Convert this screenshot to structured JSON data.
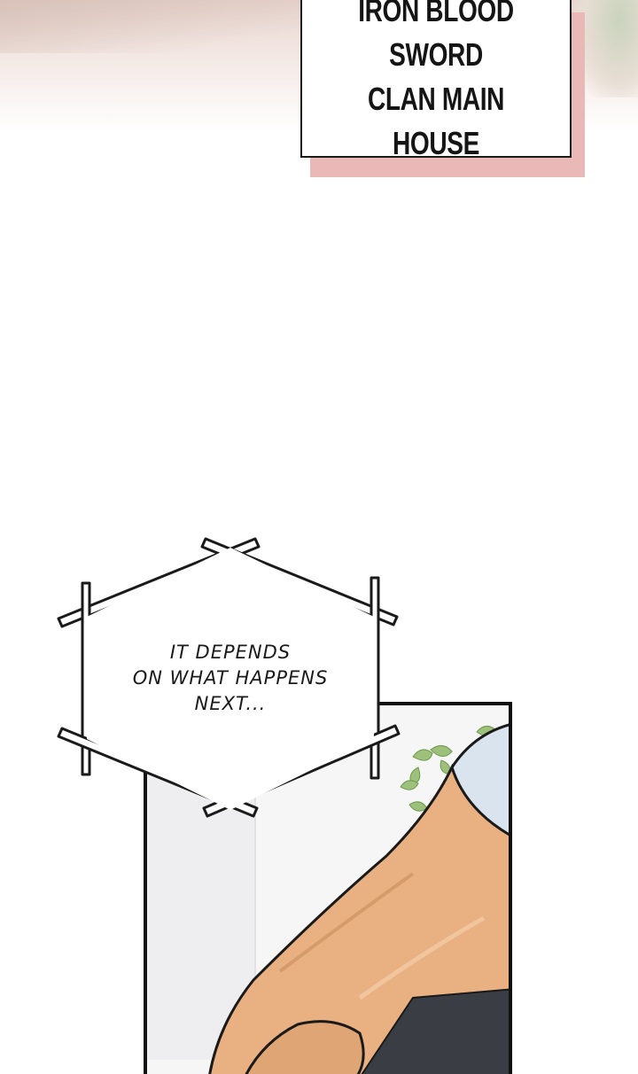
{
  "caption": {
    "lines": [
      "IRON BLOOD SWORD",
      "CLAN MAIN HOUSE"
    ]
  },
  "speech_bubble": {
    "lines": [
      "IT DEPENDS",
      "ON WHAT HAPPENS",
      "NEXT..."
    ]
  },
  "colors": {
    "caption_shadow": "#e8b9b6",
    "panel_border": "#111111",
    "skin": "#e9b182",
    "shirt": "#d9e4ef",
    "leaves": "#9dc07a"
  }
}
